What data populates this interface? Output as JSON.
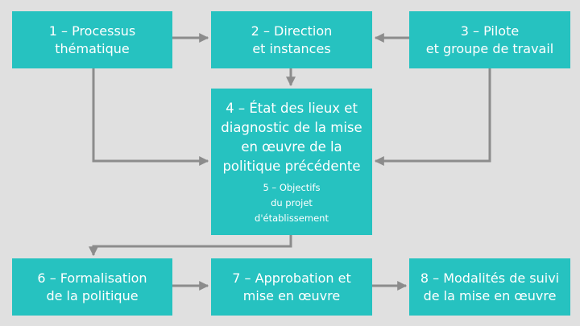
{
  "colors": {
    "background": "#e0e0e0",
    "box_fill": "#26c2c0",
    "box_text": "#ffffff",
    "arrow": "#8c8c8c"
  },
  "boxes": {
    "b1": {
      "lines": [
        "1 – Processus",
        "thématique"
      ]
    },
    "b2": {
      "lines": [
        "2 – Direction",
        "et instances"
      ]
    },
    "b3": {
      "lines": [
        "3 – Pilote",
        "et groupe de travail"
      ]
    },
    "b4": {
      "lines": [
        "4 – État des lieux et",
        "diagnostic de la mise",
        "en œuvre de la",
        "politique précédente"
      ],
      "sub_lines": [
        "5 – Objectifs",
        "du projet",
        "d'établissement"
      ]
    },
    "b6": {
      "lines": [
        "6 – Formalisation",
        "de la politique"
      ]
    },
    "b7": {
      "lines": [
        "7 – Approbation et",
        "mise en œuvre"
      ]
    },
    "b8": {
      "lines": [
        "8 – Modalités de suivi",
        "de la mise en œuvre"
      ]
    }
  },
  "connections": [
    {
      "from": "b1",
      "to": "b2"
    },
    {
      "from": "b3",
      "to": "b2"
    },
    {
      "from": "b2",
      "to": "b4"
    },
    {
      "from": "b1",
      "to": "b4"
    },
    {
      "from": "b3",
      "to": "b4"
    },
    {
      "from": "b4",
      "to": "b6"
    },
    {
      "from": "b6",
      "to": "b7"
    },
    {
      "from": "b7",
      "to": "b8"
    }
  ]
}
